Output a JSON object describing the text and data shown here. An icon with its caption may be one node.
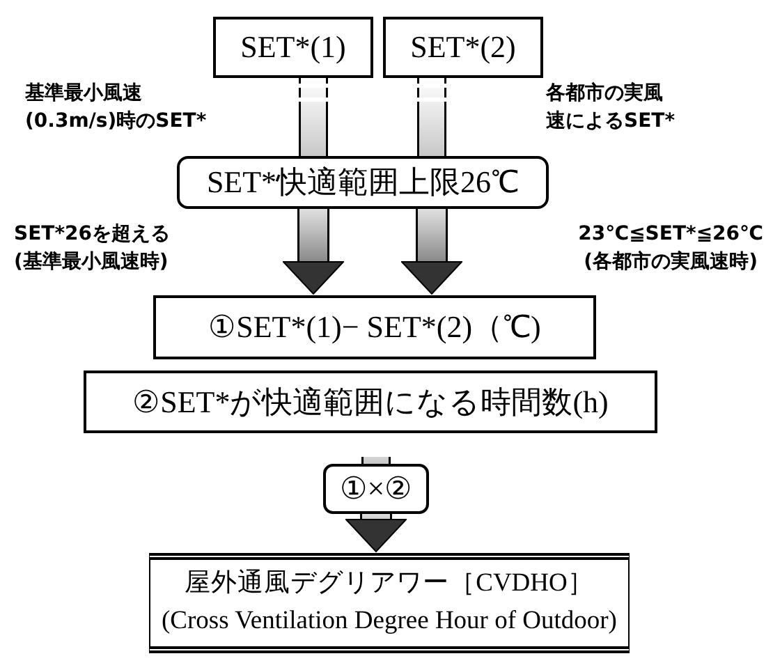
{
  "diagram": {
    "nodes": [
      {
        "text": [
          "SET*(1)"
        ]
      },
      {
        "text": [
          "SET*(2)"
        ]
      },
      {
        "text": [
          "SET*快適範囲上限26℃"
        ]
      },
      {
        "text": [
          "①SET*(1)− SET*(2)（℃)"
        ]
      },
      {
        "text": [
          "②SET*が快適範囲になる時間数(h)"
        ]
      },
      {
        "text": [
          "①×②"
        ]
      },
      {
        "text": [
          "屋外通風デグリアワー［CVDHO］",
          "(Cross Ventilation Degree Hour of Outdoor)"
        ]
      }
    ],
    "edges": [
      {
        "from": 0,
        "to": 2,
        "arrow": "none"
      },
      {
        "from": 1,
        "to": 2,
        "arrow": "none"
      },
      {
        "from": 2,
        "to": 3,
        "arrow": "to"
      },
      {
        "from": 2,
        "to": 3,
        "arrow": "to"
      },
      {
        "from": 4,
        "to": 5,
        "arrow": "none"
      },
      {
        "from": 5,
        "to": 6,
        "arrow": "to"
      }
    ],
    "labels": [
      "基準最小風速(0.3m/s)時のSET*",
      "各都市の実風速によるSET*",
      "SET*26を超える(基準最小風速時)",
      "23℃≦SET*≦26℃(各都市の実風速時)"
    ]
  }
}
